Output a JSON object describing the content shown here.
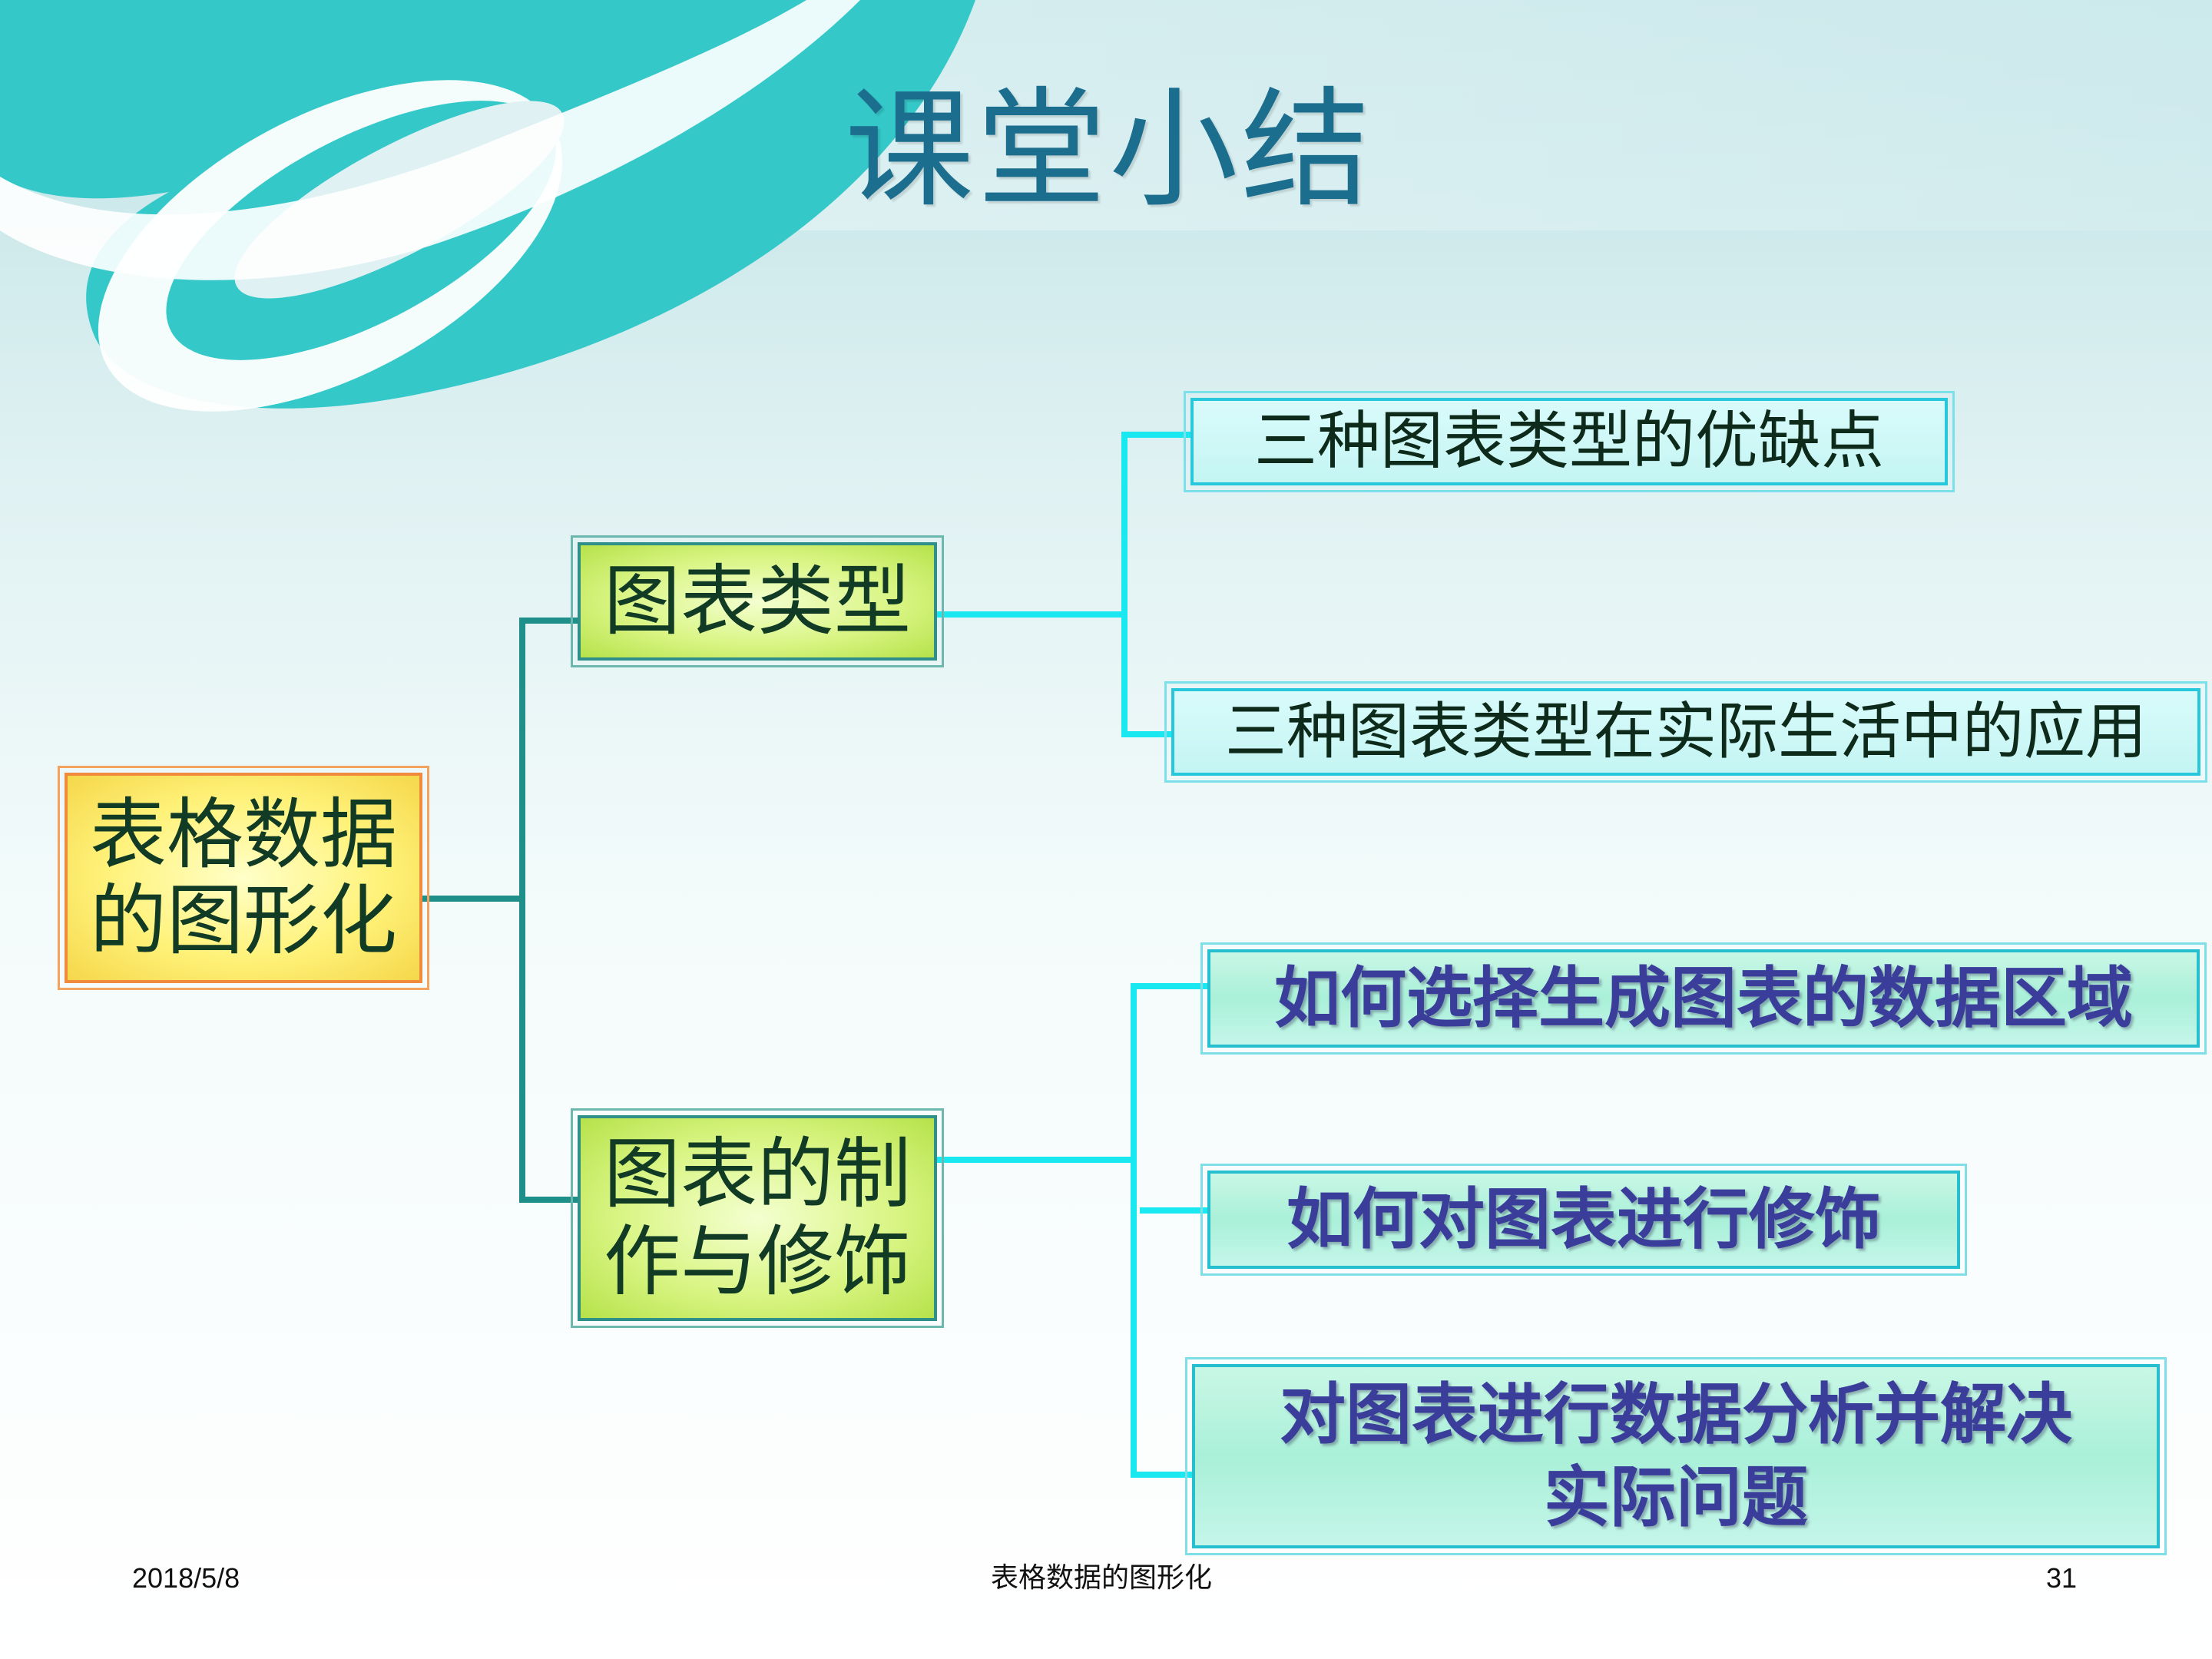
{
  "slide": {
    "title": "课堂小结",
    "root": {
      "label": "表格数据\n的图形化"
    },
    "branches": [
      {
        "label": "图表类型",
        "children": [
          "三种图表类型的优缺点",
          "三种图表类型在实际生活中的应用"
        ]
      },
      {
        "label": "图表的制\n作与修饰",
        "children": [
          "如何选择生成图表的数据区域",
          "如何对图表进行修饰",
          "对图表进行数据分析并解决\n实际问题"
        ]
      }
    ]
  },
  "footer": {
    "date": "2018/5/8",
    "title": "表格数据的图形化",
    "page": "31"
  },
  "colors": {
    "title": "#1c6e8e",
    "teal_swoosh": "#35c8c9",
    "dark_connector": "#1f8f8a",
    "light_connector": "#19e8f0",
    "root_border": "#f08a3c"
  }
}
